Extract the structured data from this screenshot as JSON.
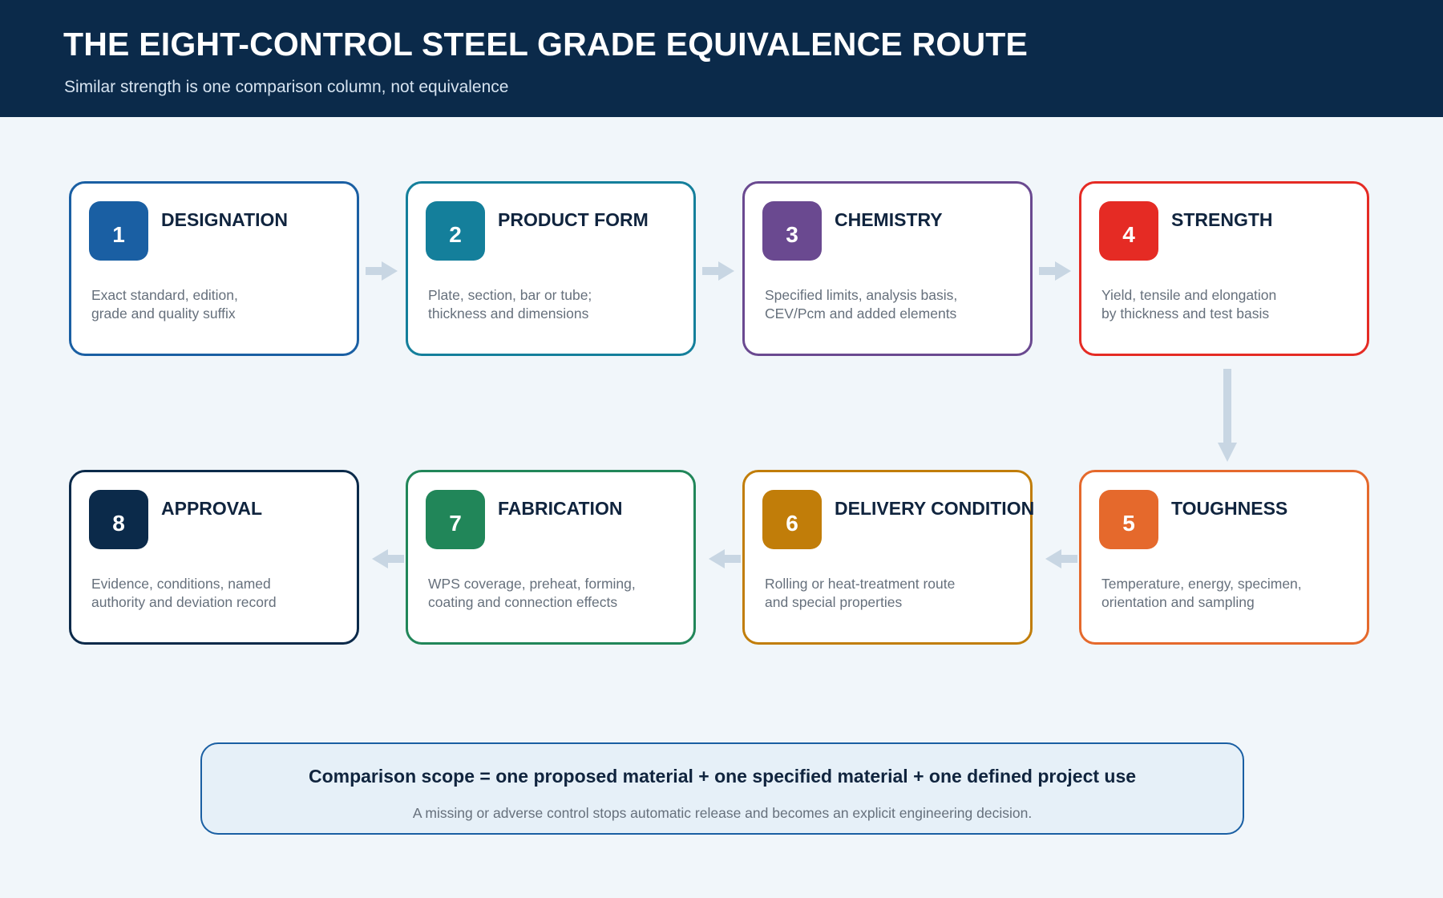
{
  "header": {
    "title": "THE EIGHT-CONTROL STEEL GRADE EQUIVALENCE ROUTE",
    "subtitle": "Similar strength is one comparison column, not equivalence"
  },
  "steps": [
    {
      "number": "1",
      "title": "DESIGNATION",
      "lines": [
        "Exact standard, edition,",
        "grade and quality suffix"
      ],
      "color": "#1a5fa3"
    },
    {
      "number": "2",
      "title": "PRODUCT FORM",
      "lines": [
        "Plate, section, bar or tube;",
        "thickness and dimensions"
      ],
      "color": "#147f9b"
    },
    {
      "number": "3",
      "title": "CHEMISTRY",
      "lines": [
        "Specified limits, analysis basis,",
        "CEV/Pcm and added elements"
      ],
      "color": "#6a4990"
    },
    {
      "number": "4",
      "title": "STRENGTH",
      "lines": [
        "Yield, tensile and elongation",
        "by thickness and test basis"
      ],
      "color": "#e52b24"
    },
    {
      "number": "5",
      "title": "TOUGHNESS",
      "lines": [
        "Temperature, energy, specimen,",
        "orientation and sampling"
      ],
      "color": "#e5692c"
    },
    {
      "number": "6",
      "title": "DELIVERY CONDITION",
      "lines": [
        "Rolling or heat-treatment route",
        "and special properties"
      ],
      "color": "#c17d09"
    },
    {
      "number": "7",
      "title": "FABRICATION",
      "lines": [
        "WPS coverage, preheat, forming,",
        "coating and connection effects"
      ],
      "color": "#218659"
    },
    {
      "number": "8",
      "title": "APPROVAL",
      "lines": [
        "Evidence, conditions, named",
        "authority and deviation record"
      ],
      "color": "#0b2a4a"
    }
  ],
  "scope": {
    "main": "Comparison scope = one proposed material + one specified material + one defined project use",
    "sub": "A missing or adverse control stops automatic release and becomes an explicit engineering decision."
  },
  "connector_color": "#c8d6e3"
}
